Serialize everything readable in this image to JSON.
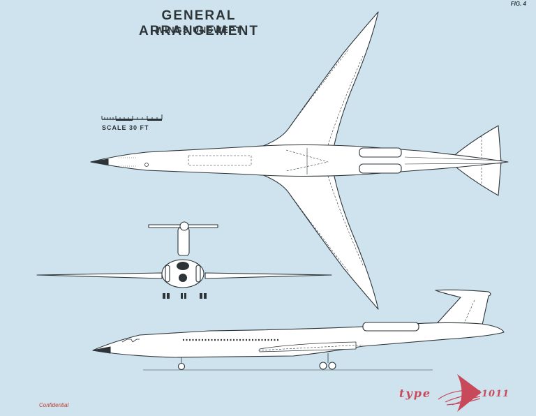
{
  "drawing": {
    "title": "GENERAL ARRANGEMENT",
    "subtitle": "WINGS UNSWEPT",
    "figure_label": "FIG. 4",
    "scale_label": "SCALE 30 FT",
    "confidential_note": "Confidential",
    "type_word": "type",
    "type_number": "1011"
  },
  "colors": {
    "background": "#cfe3ee",
    "line": "#2c3438",
    "fill": "#ffffff",
    "accent": "#c84a5a",
    "confidential": "#c0392b"
  }
}
